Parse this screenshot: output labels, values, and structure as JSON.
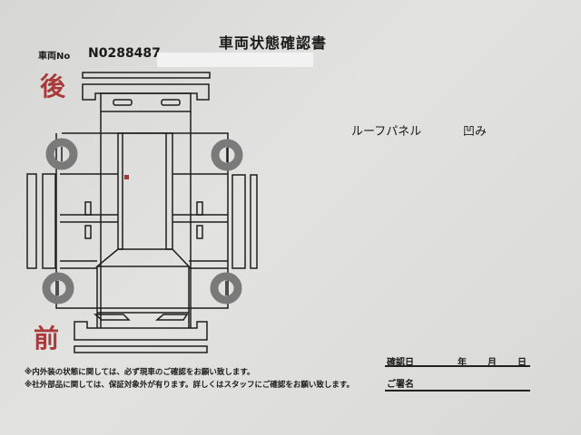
{
  "document": {
    "title": "車両状態確認書",
    "vehicle_no_label": "車両No",
    "vehicle_no": "N0288487",
    "rear_label": "後",
    "front_label": "前",
    "damage": {
      "part": "ルーフパネル",
      "type": "凹み"
    },
    "notes": [
      "※内外装の状態に関しては、必ず現車のご確認をお願い致します。",
      "※社外部品に関しては、保証対象外が有ります。詳しくはスタッフにご確認をお願い致します。"
    ],
    "confirm_date_label": "確認日",
    "year_label": "年",
    "month_label": "月",
    "day_label": "日",
    "signature_label": "ご署名",
    "colors": {
      "red_label": "#a83a3a",
      "damage_mark": "#b03030",
      "tire": "#7a7a7a"
    }
  }
}
